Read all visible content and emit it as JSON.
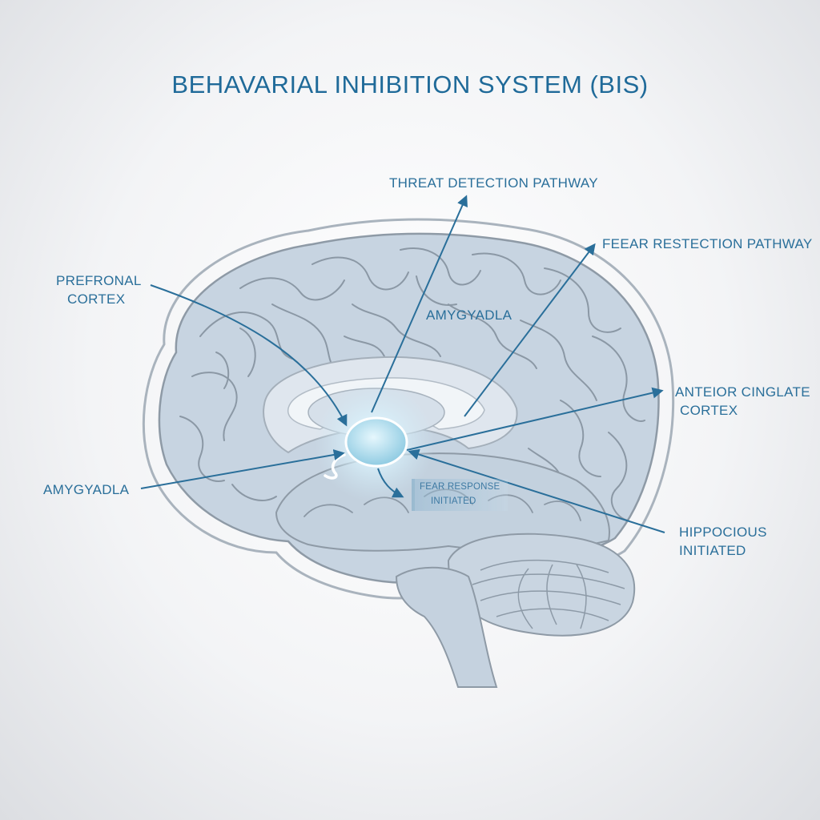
{
  "title": "BEHAVARIAL INHIBITION SYSTEM (BIS)",
  "labels": {
    "threat_detection": "THREAT DETECTION PATHWAY",
    "fear_restection": "FEEAR RESTECTION PATHWAY",
    "prefronal_line1": "PREFRONAL",
    "prefronal_line2": "CORTEX",
    "amygyadla_top": "AMYGYADLA",
    "anteior_line1": "ANTEIOR CINGLATE",
    "anteior_line2": "CORTEX",
    "amygyadla_left": "AMYGYADLA",
    "fear_response_line1": "FEAR RESPONSE",
    "fear_response_line2": "INITIATED",
    "hippocious_line1": "HIPPOCIOUS",
    "hippocious_line2": "INITIATED"
  },
  "colors": {
    "accent": "#1f6a99",
    "brain_fill": "#c9d6e2",
    "brain_outline": "#9aa6b1",
    "highlight": "#bfe6f5"
  }
}
